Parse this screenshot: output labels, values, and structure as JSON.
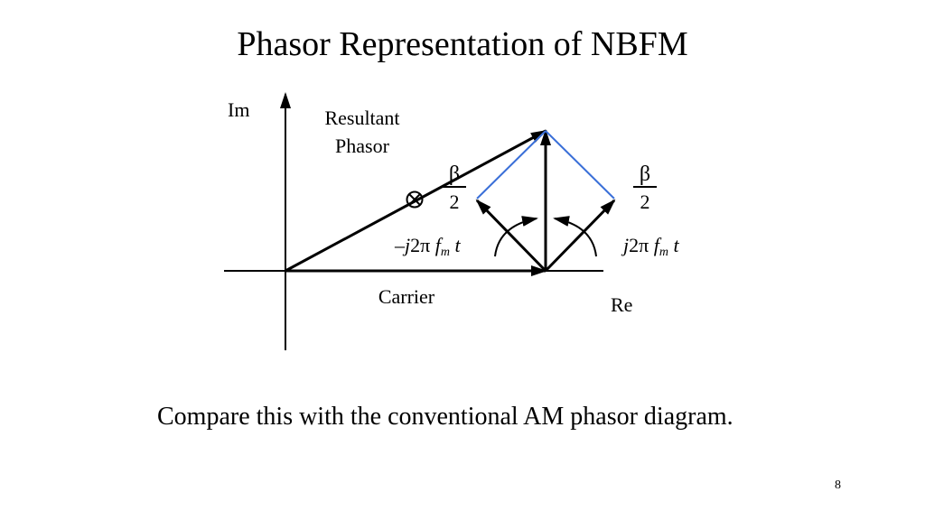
{
  "slide": {
    "title": "Phasor Representation of NBFM",
    "caption": "Compare this with the conventional AM phasor diagram.",
    "page_number": "8"
  },
  "diagram": {
    "axis_im_label": "Im",
    "axis_re_label": "Re",
    "resultant_label_line1": "Resultant",
    "resultant_label_line2": "Phasor",
    "carrier_label": "Carrier",
    "beta_symbol": "β",
    "two": "2",
    "left_angle": {
      "prefix": "–",
      "j": "j",
      "two_pi": "2π ",
      "f": "f",
      "sub_m": "m",
      "t": " t"
    },
    "right_angle": {
      "j": "j",
      "two_pi": "2π ",
      "f": "f",
      "sub_m": "m",
      "t": " t"
    },
    "colors": {
      "ink": "#000000",
      "construction_lines": "#3a6fd8"
    }
  }
}
